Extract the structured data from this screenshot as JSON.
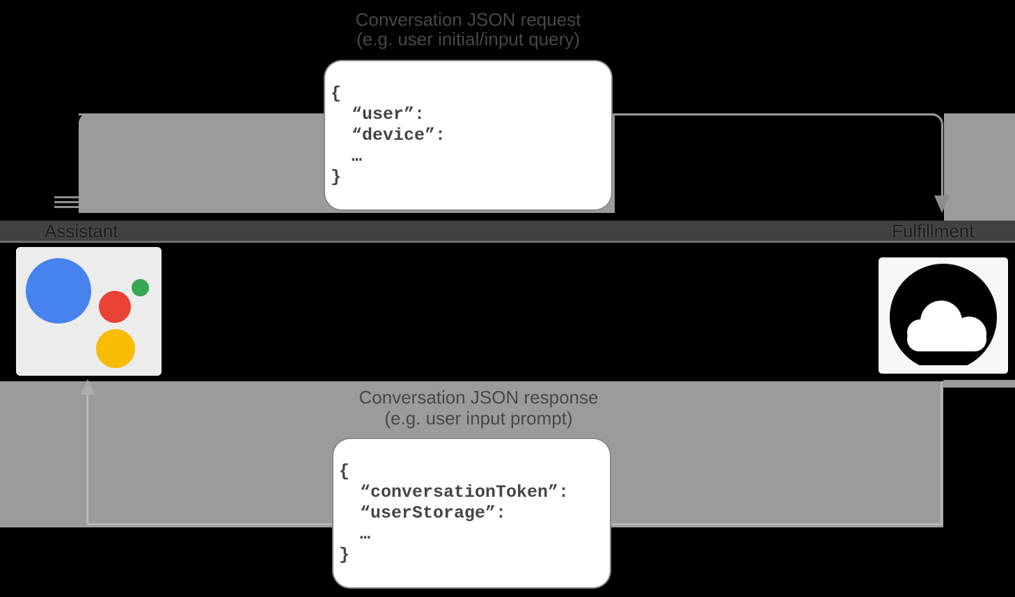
{
  "header": {
    "request_title": "Conversation JSON request",
    "request_subtitle": "(e.g. user initial/input query)"
  },
  "footer": {
    "response_title": "Conversation JSON response",
    "response_subtitle": "(e.g. user input prompt)"
  },
  "actors": {
    "left": {
      "label": "Assistant",
      "icon": "google-assistant-logo"
    },
    "right": {
      "label": "Fulfillment",
      "icon": "cloud-icon"
    }
  },
  "code": {
    "request": "{\n  “user”:\n  “device”:\n  …\n}",
    "response": "{\n  “conversationToken”:\n  “userStorage”:\n  …\n}"
  },
  "colors": {
    "assistant_blue": "#4683ee",
    "assistant_red": "#e94335",
    "assistant_yellow": "#f9bc05",
    "assistant_green": "#36a852",
    "arrow_gray": "#9b9b9b",
    "band_gray": "#414141"
  }
}
